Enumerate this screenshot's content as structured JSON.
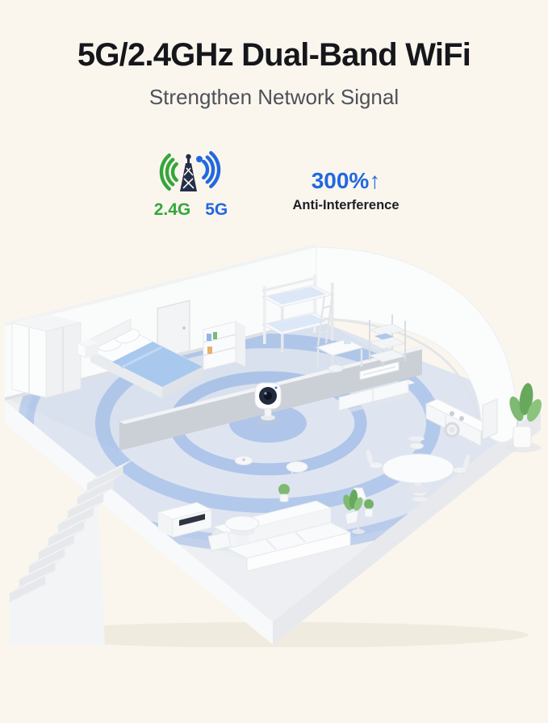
{
  "colors": {
    "background": "#FAF6EE",
    "title": "#15171B",
    "subtitle": "#4E5158",
    "accent_blue": "#2268DF",
    "accent_green": "#35A63B",
    "signal_ring_blue": "#7FA6E4"
  },
  "header": {
    "title": "5G/2.4GHz Dual-Band WiFi",
    "subtitle": "Strengthen Network Signal"
  },
  "features": {
    "dual_band": {
      "icon": "antenna-wifi-icon",
      "band_24_label": "2.4G",
      "band_5_label": "5G"
    },
    "anti_interference": {
      "value": "300%",
      "arrow": "↑",
      "label": "Anti-Interference"
    }
  },
  "illustration": {
    "icon": "isometric-home-wifi-coverage",
    "device": "wifi-camera"
  }
}
